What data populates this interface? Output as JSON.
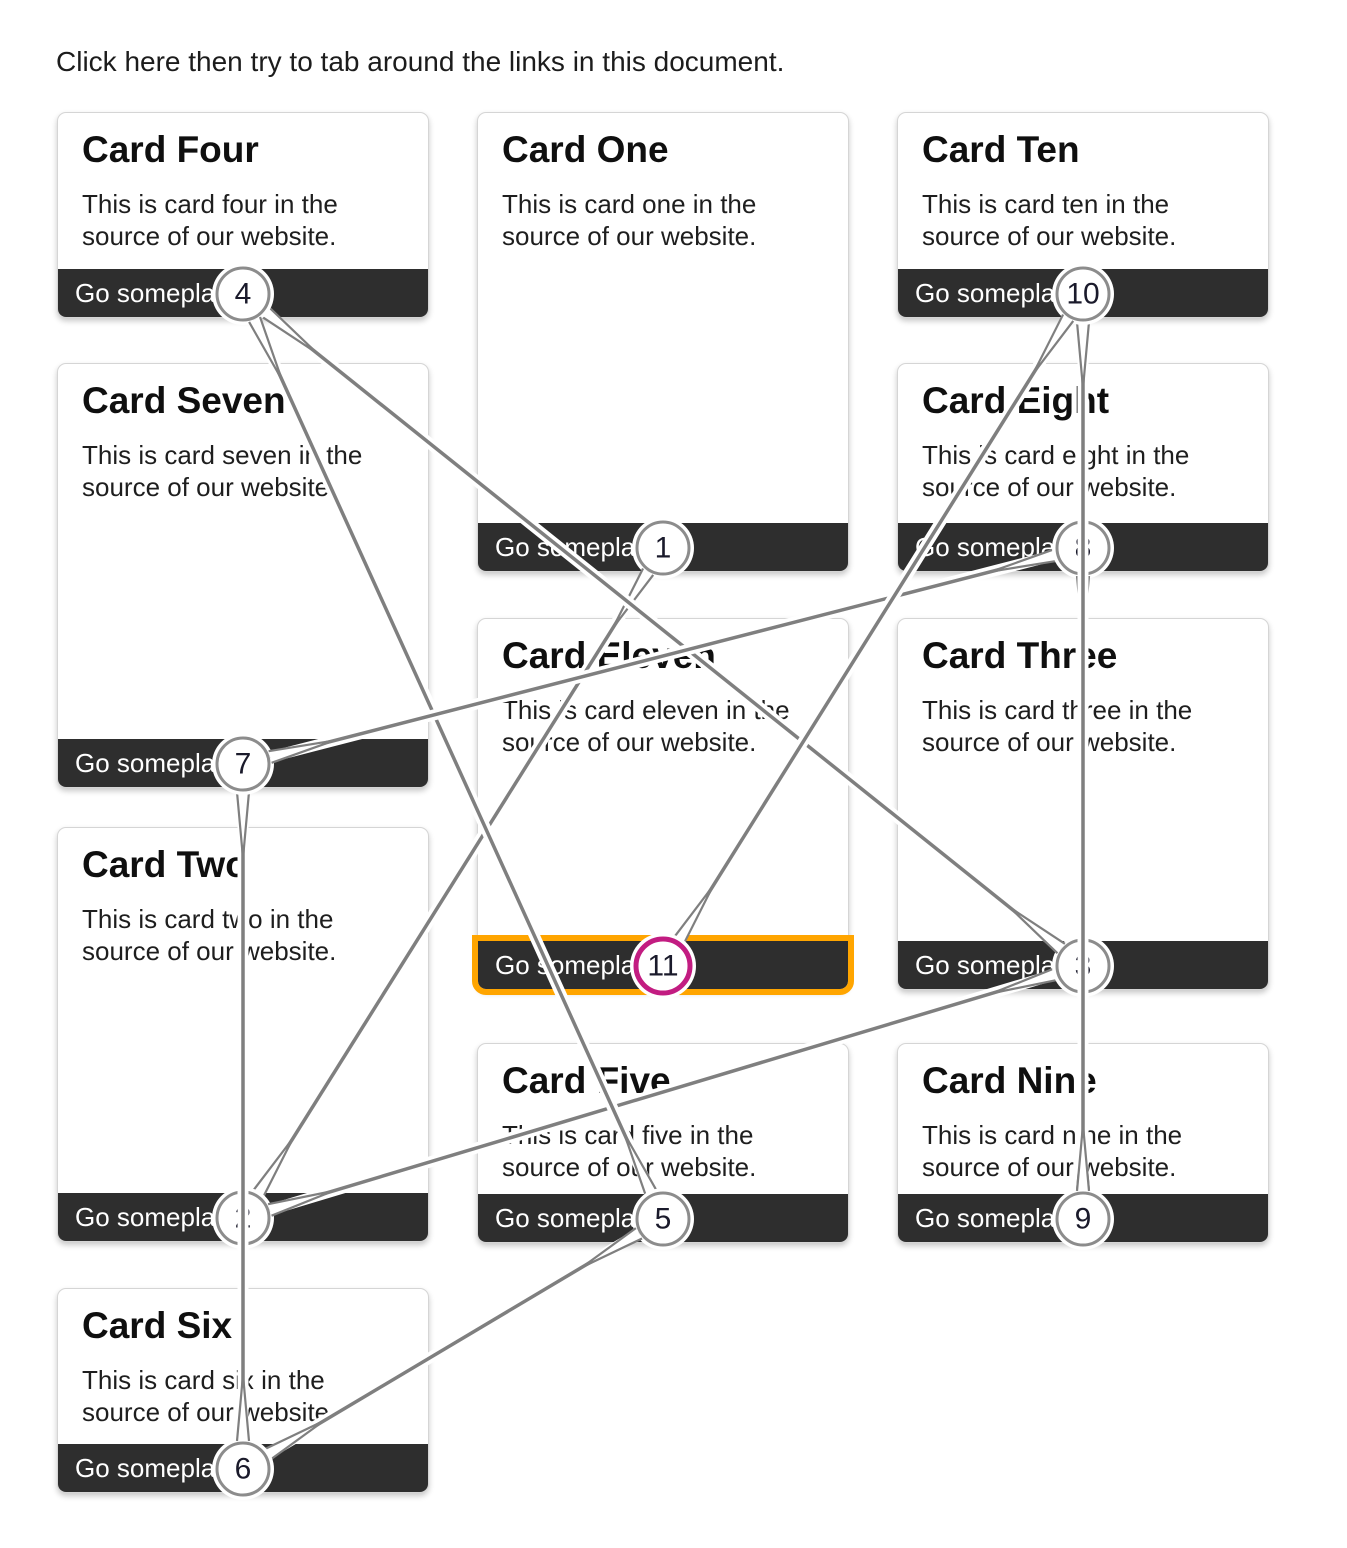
{
  "page": {
    "instruction": "Click here then try to tab around the links in this document."
  },
  "cards": [
    {
      "title": "Card Four",
      "body": "This is card four in the source of our website.",
      "button_label": "Go someplace",
      "tab_stop": 4,
      "focused": false
    },
    {
      "title": "Card Seven",
      "body": "This is card seven in the source of our website.",
      "button_label": "Go someplace",
      "tab_stop": 7,
      "focused": false
    },
    {
      "title": "Card Two",
      "body": "This is card two in the source of our website.",
      "button_label": "Go someplace",
      "tab_stop": 2,
      "focused": false
    },
    {
      "title": "Card Six",
      "body": "This is card six in the source of our website.",
      "button_label": "Go someplace",
      "tab_stop": 6,
      "focused": false
    },
    {
      "title": "Card One",
      "body": "This is card one in the source of our website.",
      "button_label": "Go someplace",
      "tab_stop": 1,
      "focused": false
    },
    {
      "title": "Card Eleven",
      "body": "This is card eleven in the source of our website.",
      "button_label": "Go someplace",
      "tab_stop": 11,
      "focused": true
    },
    {
      "title": "Card Five",
      "body": "This is card five in the source of our website.",
      "button_label": "Go someplace",
      "tab_stop": 5,
      "focused": false
    },
    {
      "title": "Card Ten",
      "body": "This is card ten in the source of our website.",
      "button_label": "Go someplace",
      "tab_stop": 10,
      "focused": false
    },
    {
      "title": "Card Eight",
      "body": "This is card eight in the source of our website.",
      "button_label": "Go someplace",
      "tab_stop": 8,
      "focused": false
    },
    {
      "title": "Card Three",
      "body": "This is card three in the source of our website.",
      "button_label": "Go someplace",
      "tab_stop": 3,
      "focused": false
    },
    {
      "title": "Card Nine",
      "body": "This is card nine in the source of our website.",
      "button_label": "Go someplace",
      "tab_stop": 9,
      "focused": false
    }
  ],
  "tab_order": {
    "stops": [
      1,
      2,
      3,
      4,
      5,
      6,
      7,
      8,
      9,
      10,
      11
    ],
    "focused_stop": 11
  },
  "colors": {
    "focus_outline": "#ffa500",
    "last_stop_ring": "#c21c81",
    "badge_ring": "#8c8c8c",
    "badge_fill": "#ffffff",
    "badge_number": "#1a1a2b",
    "connector": "#7f7f7f",
    "connector_casing": "#ffffff",
    "button_bg": "#2e2e2e",
    "button_text": "#ffffff"
  }
}
